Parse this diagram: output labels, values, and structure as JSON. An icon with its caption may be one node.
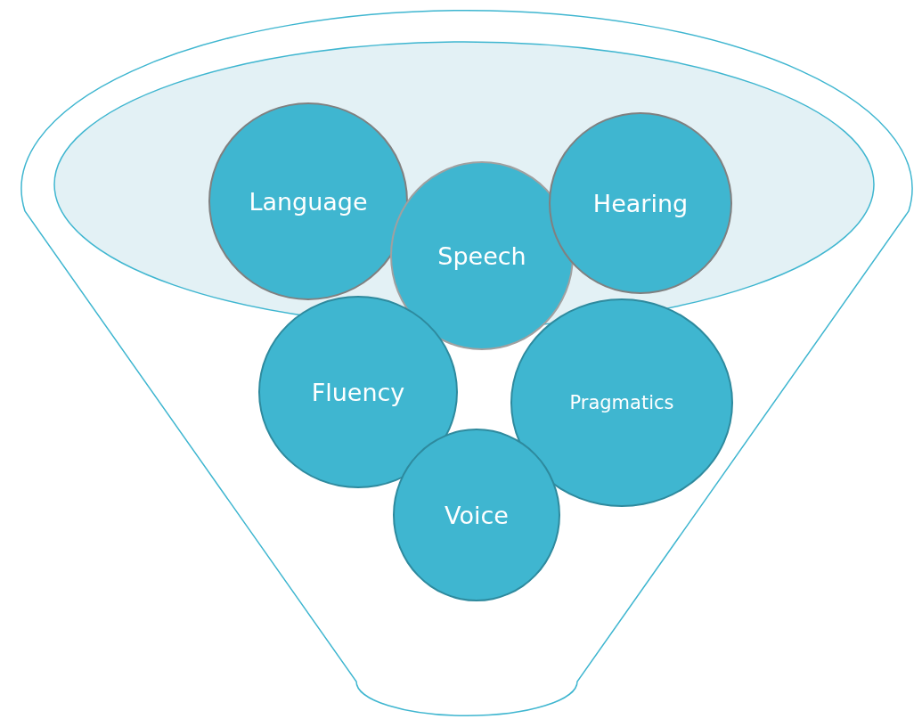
{
  "diagram": {
    "nodes": [
      {
        "text": [
          "Language"
        ]
      },
      {
        "text": [
          "Speech"
        ]
      },
      {
        "text": [
          "Hearing"
        ]
      },
      {
        "text": [
          "Fluency"
        ]
      },
      {
        "text": [
          "Pragmatics"
        ]
      },
      {
        "text": [
          "Voice"
        ]
      }
    ],
    "edges": []
  }
}
